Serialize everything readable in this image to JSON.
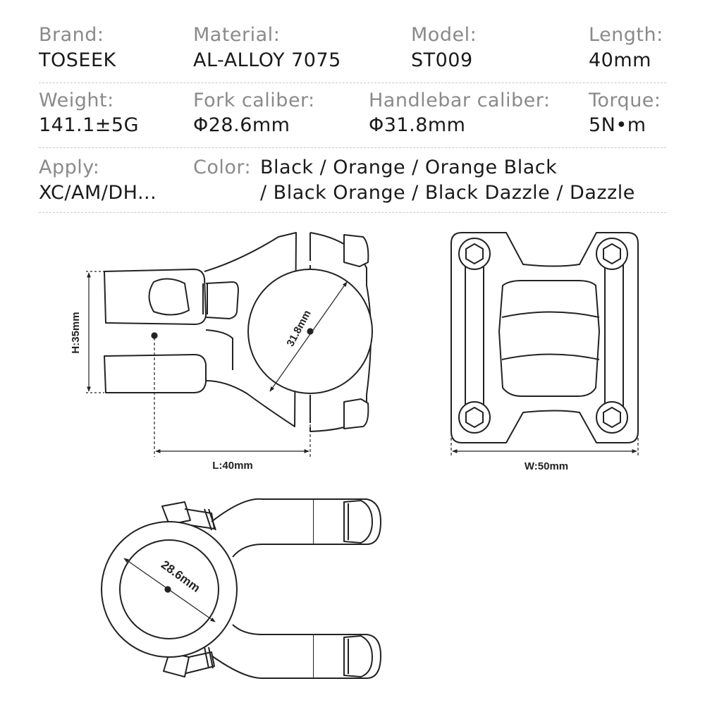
{
  "specs": {
    "brand": {
      "label": "Brand:",
      "value": "TOSEEK"
    },
    "material": {
      "label": "Material:",
      "value": "AL-ALLOY 7075"
    },
    "model": {
      "label": "Model:",
      "value": "ST009"
    },
    "length": {
      "label": "Length:",
      "value": "40mm"
    },
    "weight": {
      "label": "Weight:",
      "value": "141.1±5G"
    },
    "fork_caliber": {
      "label": "Fork caliber:",
      "value": "Φ28.6mm"
    },
    "handlebar_caliber": {
      "label": "Handlebar caliber:",
      "value": "Φ31.8mm"
    },
    "torque": {
      "label": "Torque:",
      "value": "5N•m"
    },
    "apply": {
      "label": "Apply:",
      "value": "XC/AM/DH..."
    },
    "color": {
      "label": "Color:",
      "value_line1": "Black / Orange / Orange Black",
      "value_line2": "/ Black Orange / Black Dazzle / Dazzle"
    }
  },
  "drawing": {
    "side_height": "H:35mm",
    "side_length": "L:40mm",
    "top_width": "W:50mm",
    "handlebar_diameter": "31.8mm",
    "fork_diameter": "28.6mm"
  }
}
